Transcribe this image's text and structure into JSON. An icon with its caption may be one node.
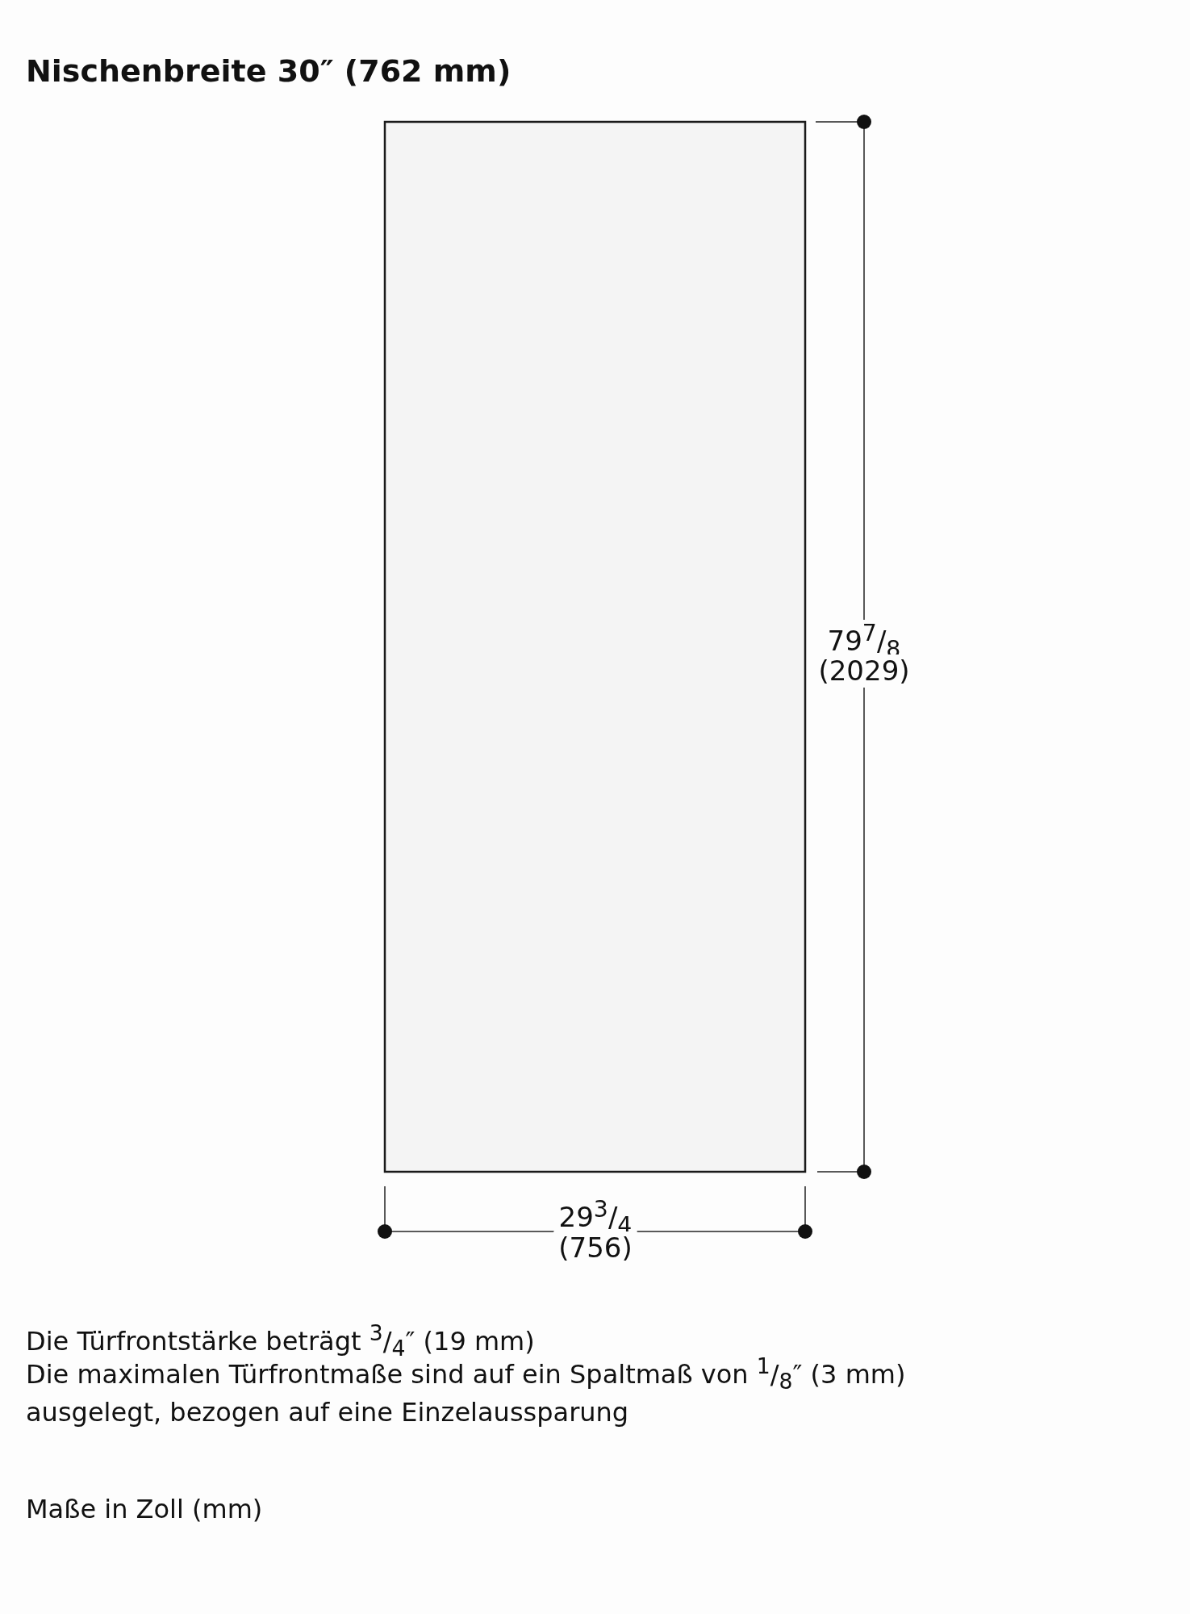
{
  "diagram": {
    "title": "Nischenbreite 30″ (762 mm)",
    "nodes": [
      {
        "text": [],
        "shape": "box"
      }
    ],
    "labels": [
      "79$^{7}$/$_{8}$",
      "(2029)",
      "29$^{3}$/$_{4}$",
      "(756)",
      "Die Türfrontstärke beträgt $^{3}$/$_{4}$″ (19 mm)",
      "Die maximalen Türfrontmaße sind auf ein Spaltmaß von $^{1}$/$_{8}$″ (3 mm) ausgelegt, bezogen auf eine Einzelaussparung",
      "Maße in Zoll (mm)"
    ]
  }
}
